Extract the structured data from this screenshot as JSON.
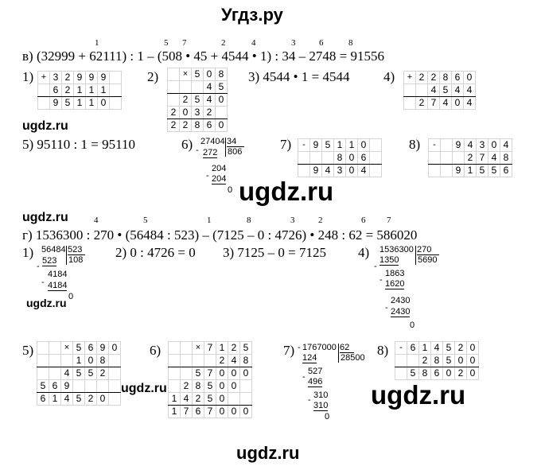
{
  "header": {
    "site_title": "Угдз.ру"
  },
  "watermarks": {
    "small": "ugdz.ru",
    "big": "ugdz.ru"
  },
  "part_v": {
    "label": "в)",
    "order_marks": [
      "1",
      "5",
      "7",
      "2",
      "4",
      "3",
      "6",
      "8"
    ],
    "expression": "(32999 + 62111) : 1 – (508 • 45 + 4544 • 1) : 34 – 2748 = 91556",
    "step_labels": [
      "1)",
      "2)",
      "3)",
      "4)",
      "5)",
      "6)",
      "7)",
      "8)"
    ],
    "step3_text": "4544 • 1 = 4544",
    "step5_text": "95110 : 1 = 95110",
    "step1": {
      "sign": "+",
      "rows": [
        [
          "3",
          "2",
          "9",
          "9",
          "9"
        ],
        [
          "6",
          "2",
          "1",
          "1",
          "1"
        ],
        [
          "9",
          "5",
          "1",
          "1",
          "0"
        ]
      ]
    },
    "step2": {
      "sign": "×",
      "rows": [
        [
          "5",
          "0",
          "8"
        ],
        [
          "4",
          "5"
        ],
        [
          "2",
          "5",
          "4",
          "0"
        ],
        [
          "2",
          "0",
          "3",
          "2"
        ],
        [
          "2",
          "2",
          "8",
          "6",
          "0"
        ]
      ]
    },
    "step4": {
      "sign": "+",
      "rows": [
        [
          "2",
          "2",
          "8",
          "6",
          "0"
        ],
        [
          "4",
          "5",
          "4",
          "4"
        ],
        [
          "2",
          "7",
          "4",
          "0",
          "4"
        ]
      ]
    },
    "step6": {
      "dividend": "27404",
      "divisor": "34",
      "quotient": "806",
      "lines": [
        "272",
        "204",
        "204",
        "0"
      ]
    },
    "step7": {
      "sign": "-",
      "rows": [
        [
          "9",
          "5",
          "1",
          "1",
          "0"
        ],
        [
          "8",
          "0",
          "6"
        ],
        [
          "9",
          "4",
          "3",
          "0",
          "4"
        ]
      ]
    },
    "step8": {
      "sign": "-",
      "rows": [
        [
          "9",
          "4",
          "3",
          "0",
          "4"
        ],
        [
          "2",
          "7",
          "4",
          "8"
        ],
        [
          "9",
          "1",
          "5",
          "5",
          "6"
        ]
      ]
    }
  },
  "part_g": {
    "label": "г)",
    "order_marks": [
      "4",
      "5",
      "1",
      "8",
      "3",
      "2",
      "6",
      "7"
    ],
    "expression": "1536300 : 270 • (56484 : 523) – (7125 – 0 : 4726) • 248 : 62 = 586020",
    "step_labels": [
      "1)",
      "2)",
      "3)",
      "4)",
      "5)",
      "6)",
      "7)",
      "8)"
    ],
    "step2_text": "0 : 4726 = 0",
    "step3_text": "7125 – 0 = 7125",
    "step1": {
      "dividend": "56484",
      "divisor": "523",
      "quotient": "108",
      "lines": [
        "523",
        "4184",
        "4184",
        "0"
      ]
    },
    "step4": {
      "dividend": "1536300",
      "divisor": "270",
      "quotient": "5690",
      "lines": [
        "1350",
        "1863",
        "1620",
        "2430",
        "2430",
        "0"
      ]
    },
    "step5": {
      "sign": "×",
      "rows": [
        [
          "5",
          "6",
          "9",
          "0"
        ],
        [
          "1",
          "0",
          "8"
        ],
        [
          "4",
          "5",
          "5",
          "2"
        ],
        [
          "5",
          "6",
          "9"
        ],
        [
          "6",
          "1",
          "4",
          "5",
          "2",
          "0"
        ]
      ]
    },
    "step6": {
      "sign": "×",
      "rows": [
        [
          "7",
          "1",
          "2",
          "5"
        ],
        [
          "2",
          "4",
          "8"
        ],
        [
          "5",
          "7",
          "0",
          "0",
          "0"
        ],
        [
          "2",
          "8",
          "5",
          "0",
          "0"
        ],
        [
          "1",
          "4",
          "2",
          "5",
          "0"
        ],
        [
          "1",
          "7",
          "6",
          "7",
          "0",
          "0",
          "0"
        ]
      ]
    },
    "step7": {
      "dividend": "1767000",
      "divisor": "62",
      "quotient": "28500",
      "lines": [
        "124",
        "527",
        "496",
        "310",
        "310",
        "0"
      ]
    },
    "step8": {
      "sign": "-",
      "rows": [
        [
          "6",
          "1",
          "4",
          "5",
          "2",
          "0"
        ],
        [
          "2",
          "8",
          "5",
          "0",
          "0"
        ],
        [
          "5",
          "8",
          "6",
          "0",
          "2",
          "0"
        ]
      ]
    }
  }
}
